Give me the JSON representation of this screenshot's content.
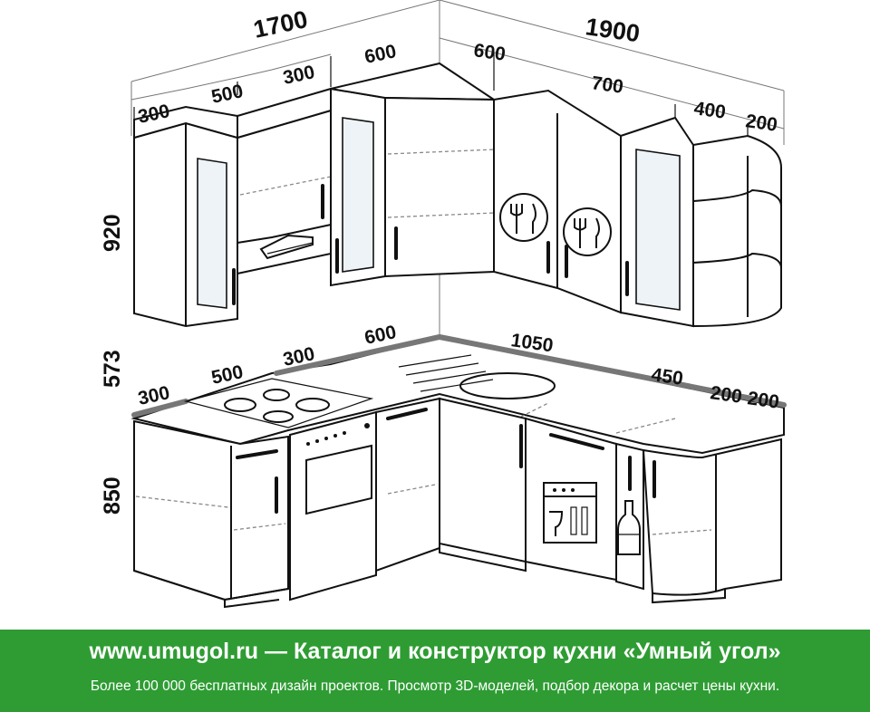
{
  "dimensions": {
    "total_left": "1700",
    "total_right": "1900",
    "upper": [
      "300",
      "500",
      "300",
      "600",
      "600",
      "700",
      "400",
      "200"
    ],
    "lower": [
      "300",
      "500",
      "300",
      "600",
      "1050",
      "450",
      "200",
      "200"
    ],
    "height_upper": "920",
    "height_gap": "573",
    "height_lower": "850"
  },
  "icons": [
    "dishes-emblem-icon",
    "dishes-emblem-icon",
    "dishwasher-icon",
    "bottle-icon"
  ],
  "colors": {
    "banner": "#2e9c33",
    "banner_text": "#ffffff",
    "lines": "#111111"
  },
  "footer": {
    "site": "www.umugol.ru",
    "separator": " — ",
    "tagline": "Каталог и конструктор кухни «Умный угол»",
    "description": "Более 100 000 бесплатных дизайн проектов. Просмотр 3D-моделей, подбор декора и расчет цены кухни."
  }
}
